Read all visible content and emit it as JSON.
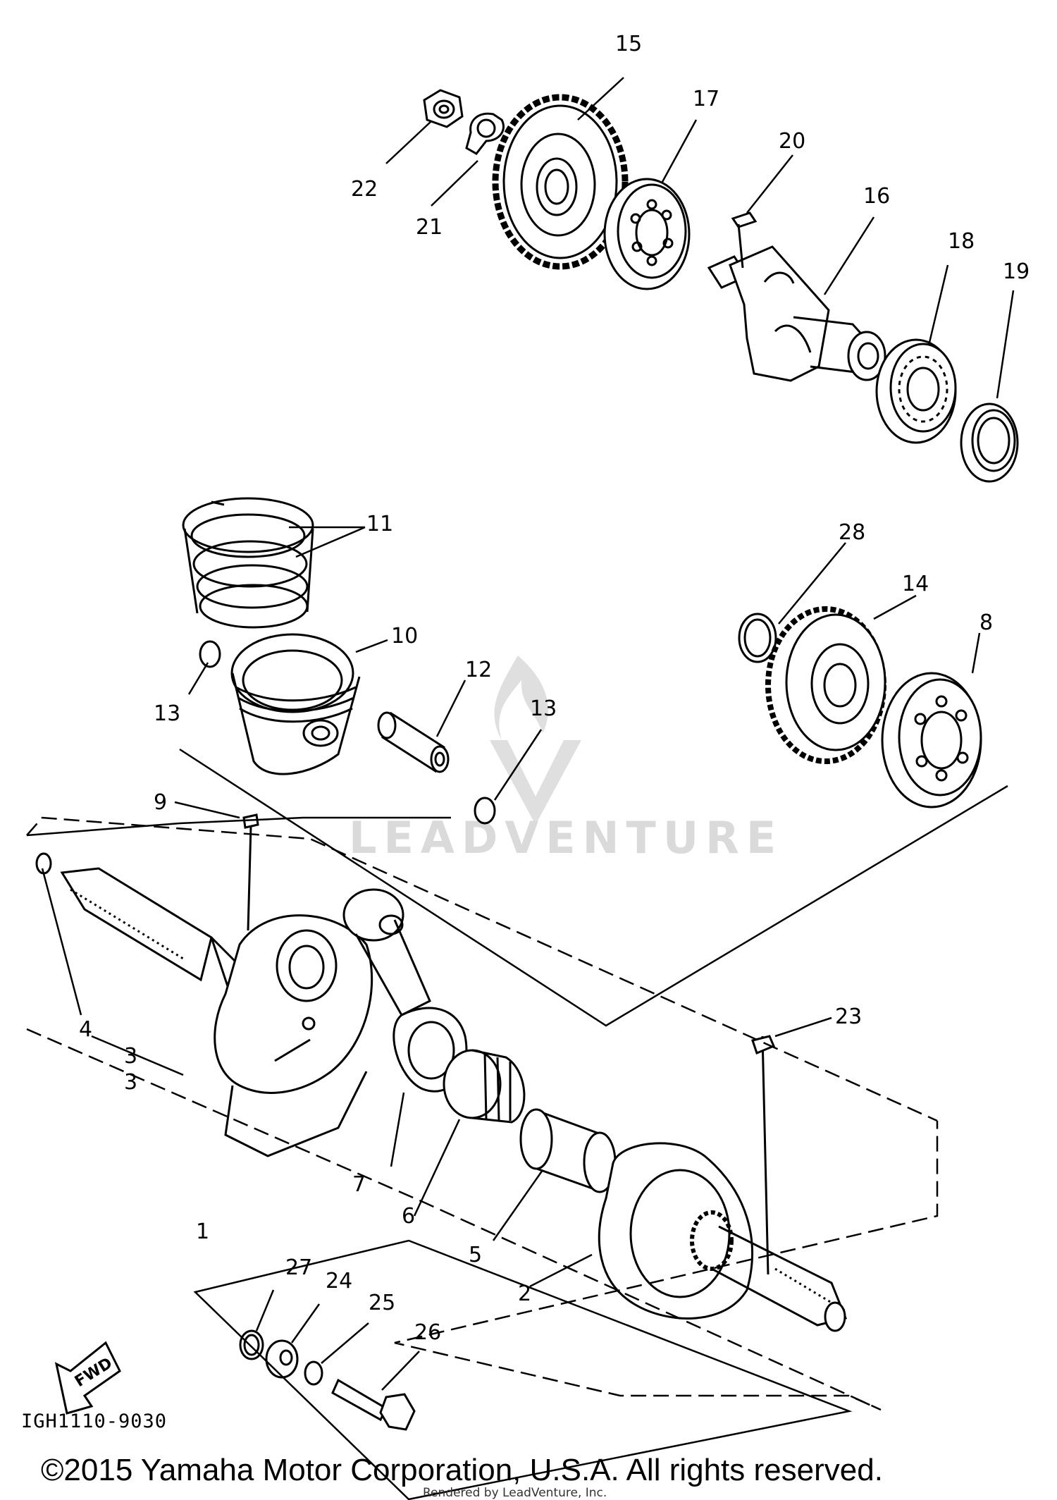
{
  "diagram": {
    "watermark_text": "LEADVENTURE",
    "drawing_code": "IGH1110-9030",
    "fwd_label": "FWD",
    "copyright": "©2015 Yamaha Motor Corporation, U.S.A. All rights reserved.",
    "rendered_by": "Rendered by LeadVenture, Inc.",
    "callouts": [
      {
        "id": "c1",
        "label": "1"
      },
      {
        "id": "c2",
        "label": "2"
      },
      {
        "id": "c3a",
        "label": "3"
      },
      {
        "id": "c3b",
        "label": "3"
      },
      {
        "id": "c4",
        "label": "4"
      },
      {
        "id": "c5",
        "label": "5"
      },
      {
        "id": "c6",
        "label": "6"
      },
      {
        "id": "c7",
        "label": "7"
      },
      {
        "id": "c8",
        "label": "8"
      },
      {
        "id": "c9",
        "label": "9"
      },
      {
        "id": "c10",
        "label": "10"
      },
      {
        "id": "c11",
        "label": "11"
      },
      {
        "id": "c12",
        "label": "12"
      },
      {
        "id": "c13a",
        "label": "13"
      },
      {
        "id": "c13b",
        "label": "13"
      },
      {
        "id": "c14",
        "label": "14"
      },
      {
        "id": "c15",
        "label": "15"
      },
      {
        "id": "c16",
        "label": "16"
      },
      {
        "id": "c17",
        "label": "17"
      },
      {
        "id": "c18",
        "label": "18"
      },
      {
        "id": "c19",
        "label": "19"
      },
      {
        "id": "c20",
        "label": "20"
      },
      {
        "id": "c21",
        "label": "21"
      },
      {
        "id": "c22",
        "label": "22"
      },
      {
        "id": "c23",
        "label": "23"
      },
      {
        "id": "c24",
        "label": "24"
      },
      {
        "id": "c25",
        "label": "25"
      },
      {
        "id": "c26",
        "label": "26"
      },
      {
        "id": "c27",
        "label": "27"
      },
      {
        "id": "c28",
        "label": "28"
      }
    ]
  }
}
